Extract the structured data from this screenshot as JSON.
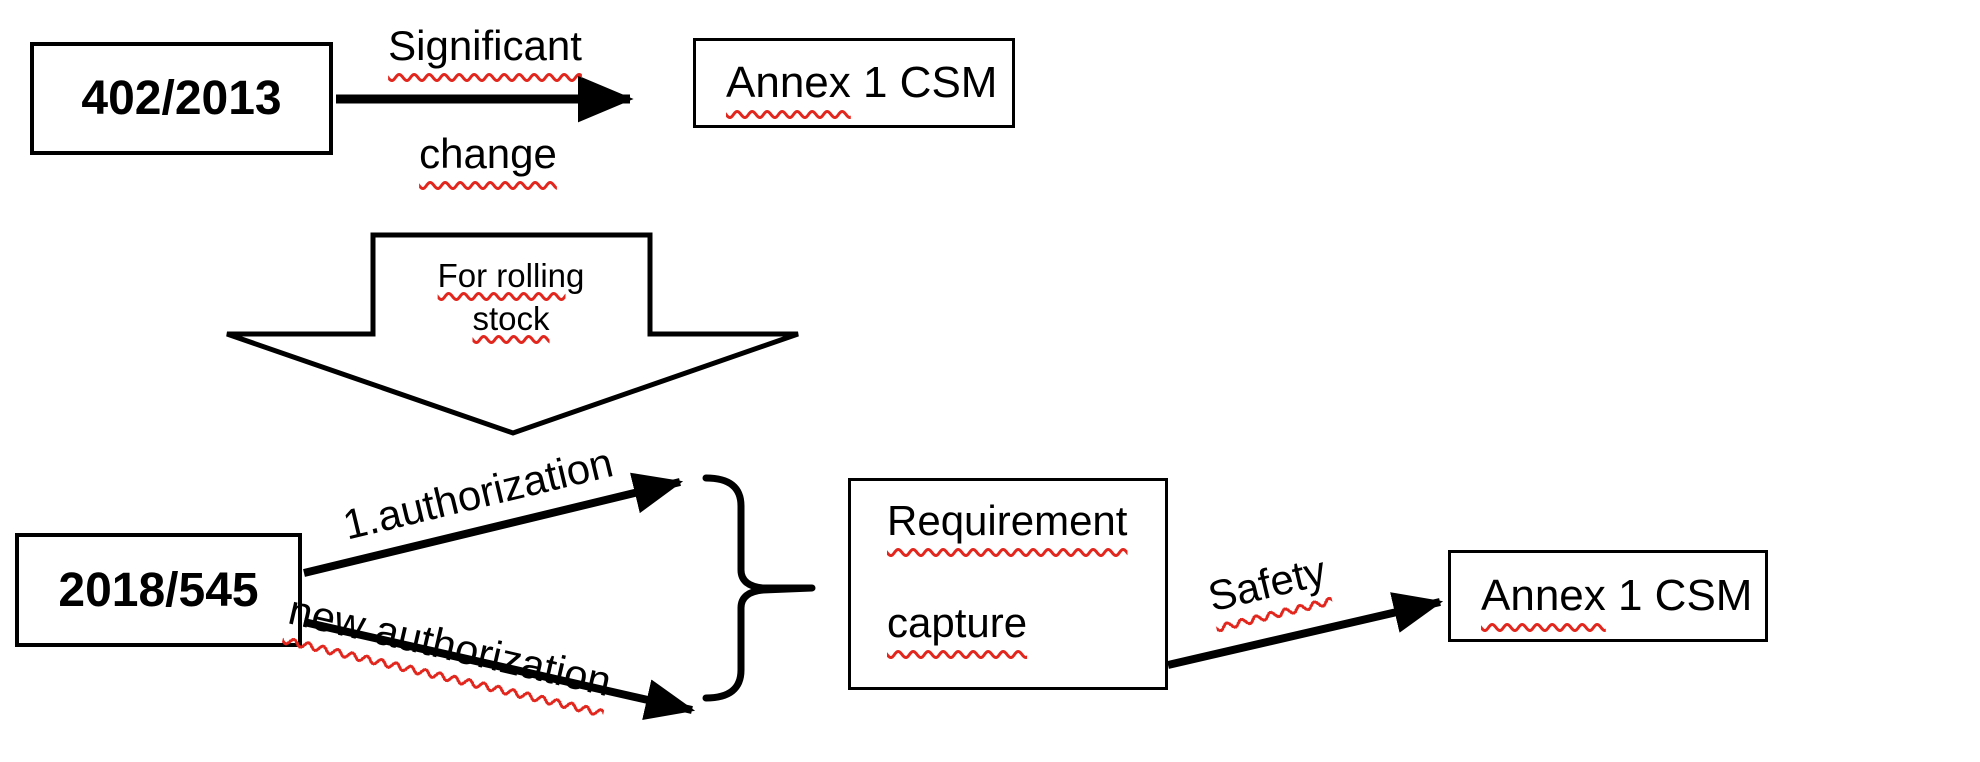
{
  "canvas": {
    "background": "#ffffff",
    "line_color": "#000000",
    "squiggle_color": "#e3261d"
  },
  "boxes": {
    "reg_402_2013": {
      "label": "402/2013"
    },
    "annex_csm_top": {
      "misspelled": "Annex",
      "rest": " 1 CSM"
    },
    "reg_2018_545": {
      "label": "2018/545"
    },
    "requirement_capture": {
      "line1": "Requirement",
      "line2": "capture"
    },
    "annex_csm_bottom": {
      "misspelled": "Annex",
      "rest": " 1 CSM"
    }
  },
  "arrow_labels": {
    "significant_line1": "Significant",
    "significant_line2": "change",
    "rolling_line1": "For rolling",
    "rolling_line2": "stock",
    "first_authorization": "1.authorization",
    "new_authorization": "new authorization",
    "safety": "Safety"
  }
}
